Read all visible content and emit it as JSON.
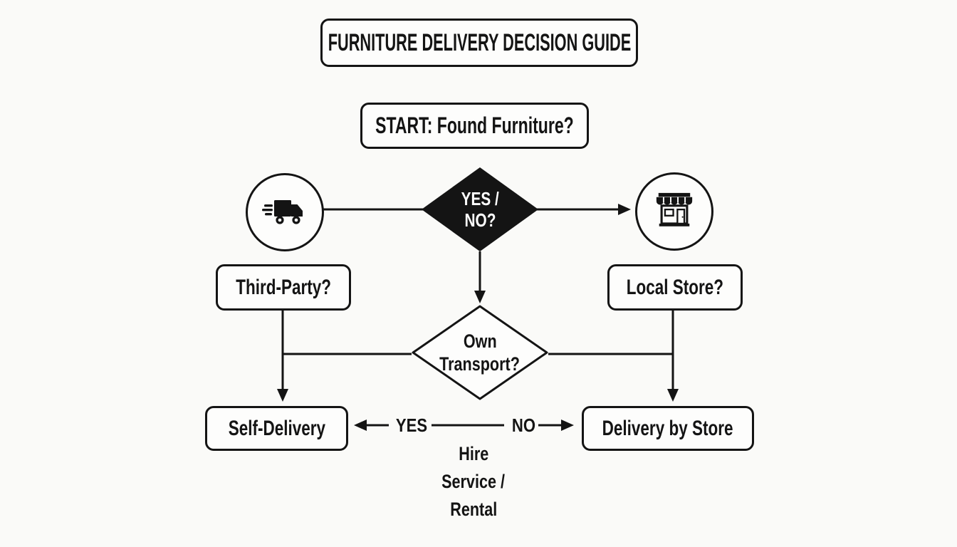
{
  "title": "FURNITURE DELIVERY DECISION GUIDE",
  "start_label": "START: Found Furniture?",
  "decision_found": {
    "line1": "YES /",
    "line2": "NO?"
  },
  "decision_transport": {
    "line1": "Own",
    "line2": "Transport?"
  },
  "left_branch": {
    "question": "Third-Party?",
    "result": "Self-Delivery"
  },
  "right_branch": {
    "question": "Local Store?",
    "result": "Delivery by Store"
  },
  "edge_labels": {
    "yes": "YES",
    "no": "NO"
  },
  "note": {
    "line1": "Hire",
    "line2": "Service /",
    "line3": "Rental"
  },
  "icons": {
    "left": "delivery-truck",
    "right": "storefront"
  },
  "colors": {
    "ink": "#141414",
    "background": "#fafaf8",
    "decision_fill": "#141414",
    "decision_text": "#ffffff",
    "node_fill": "#fdfdfc"
  }
}
